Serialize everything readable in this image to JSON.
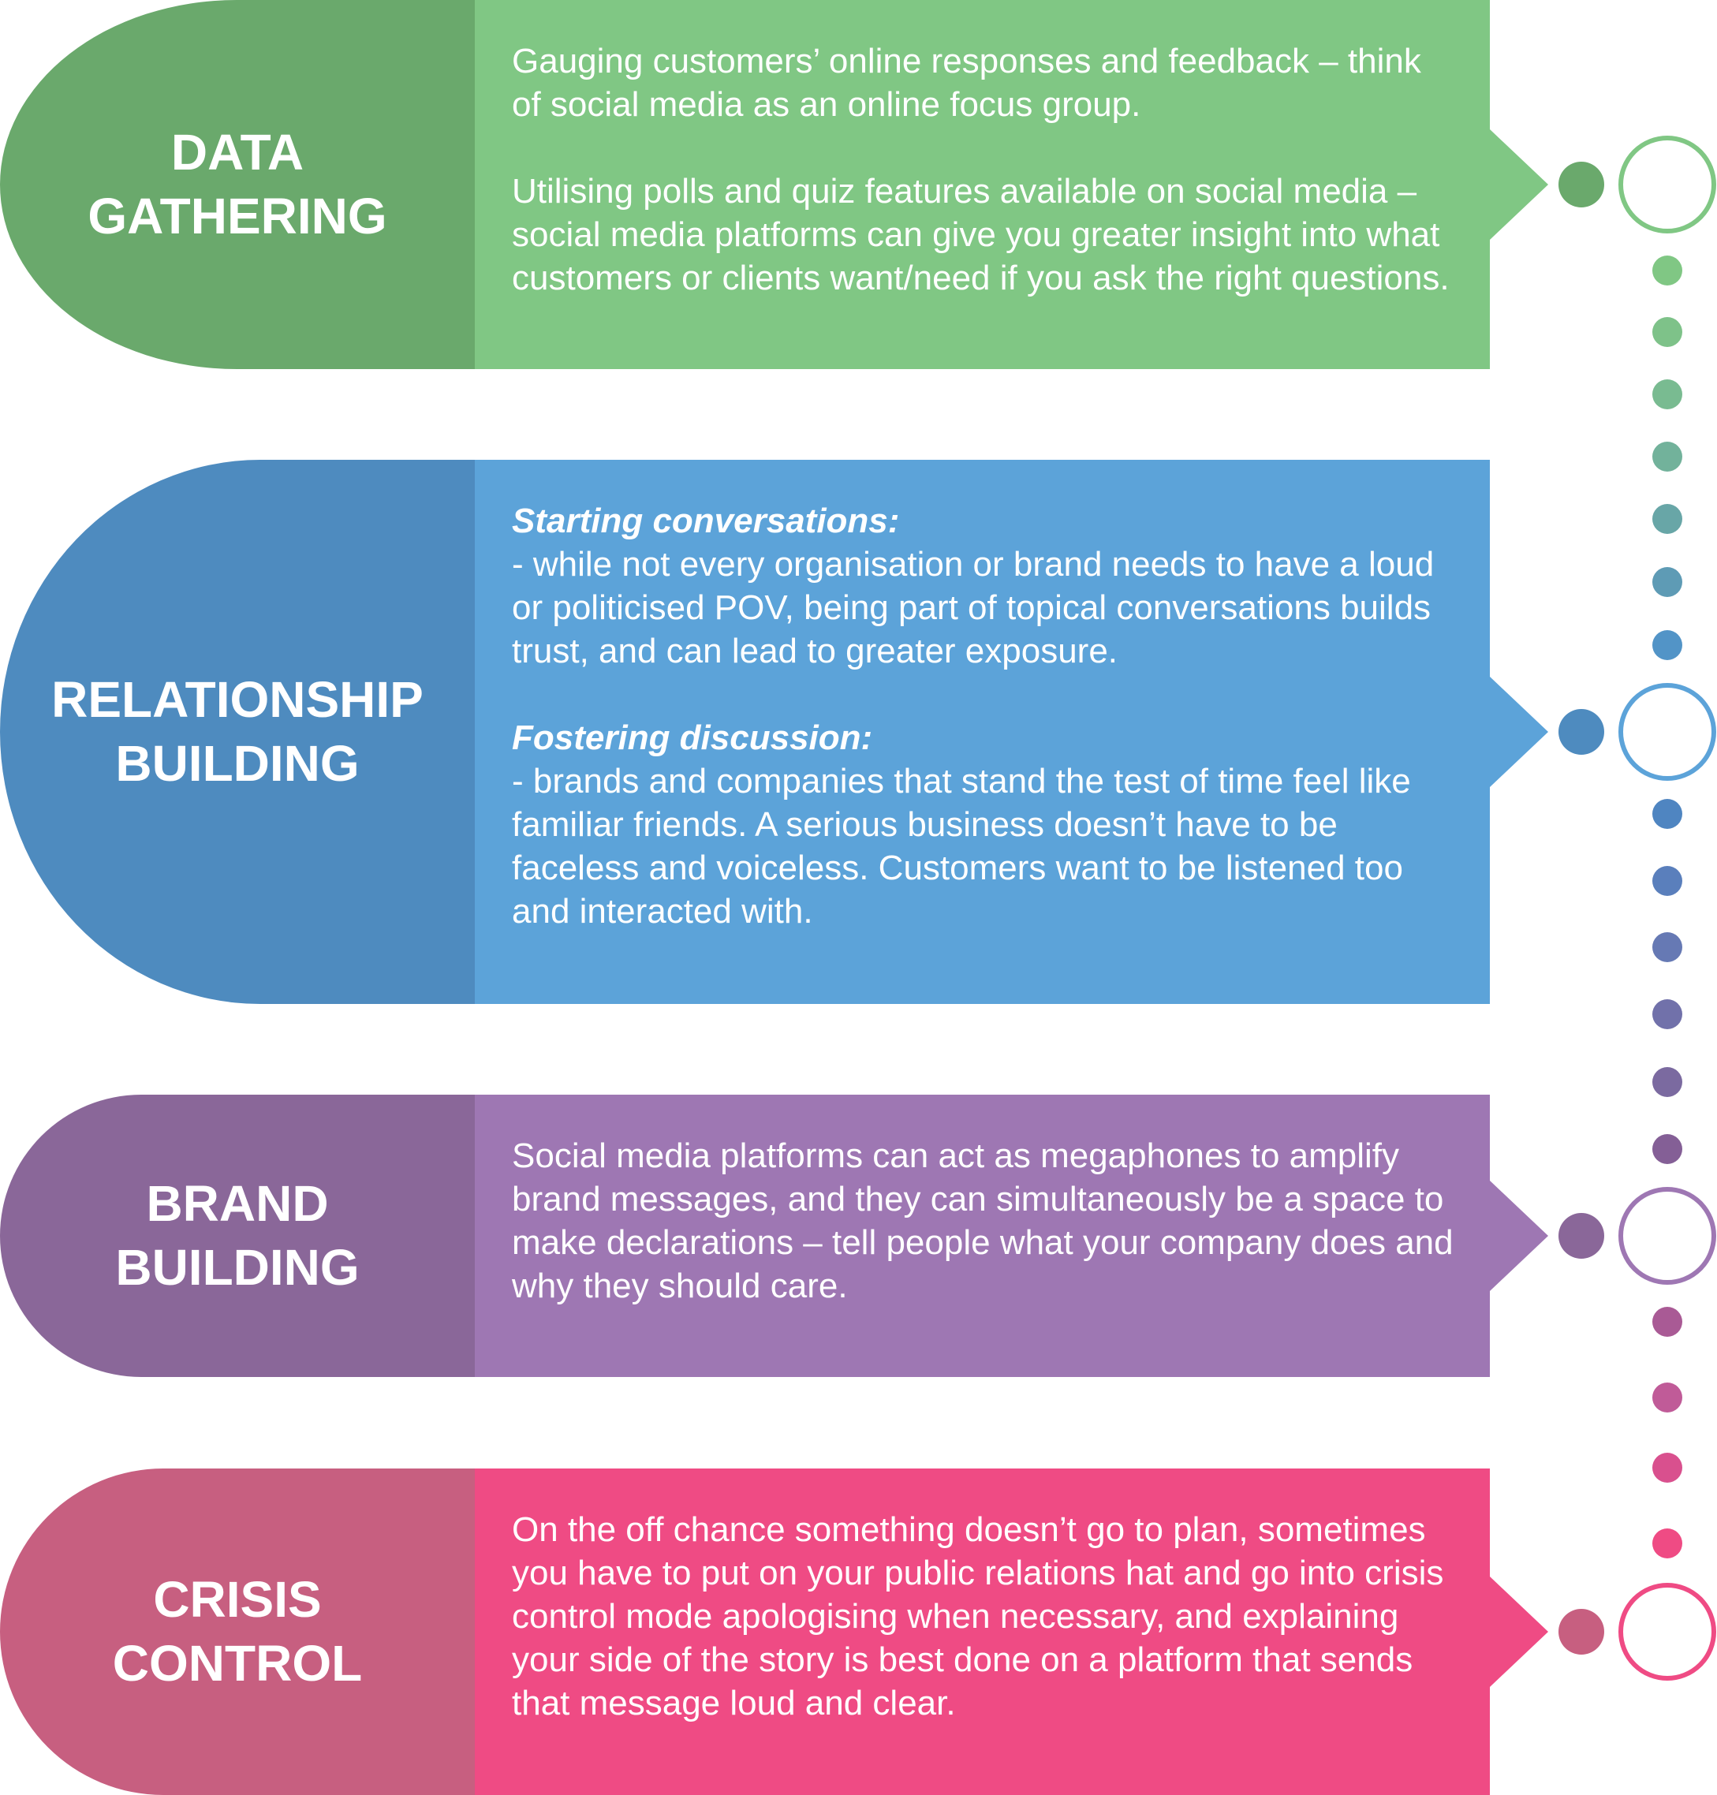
{
  "sections": [
    {
      "title_lines": [
        "DATA",
        "GATHERING"
      ],
      "paragraphs": [
        {
          "heading": "",
          "text": "Gauging customers’ online responses and feedback – think of social media as an online focus group."
        },
        {
          "heading": "",
          "text": "Utilising polls and quiz features available on social media – social media platforms can give you greater insight into what customers or clients want/need if you ask the right questions."
        }
      ],
      "colors": {
        "cap": "#6aa96c",
        "body": "#80c784",
        "dot": "#6aa96c",
        "ring": "#80c784"
      }
    },
    {
      "title_lines": [
        "RELATIONSHIP",
        "BUILDING"
      ],
      "paragraphs": [
        {
          "heading": "Starting conversations:",
          "text": "- while not every organisation or brand needs to have a loud or politicised POV, being part of topical conversations builds trust, and can lead to greater exposure."
        },
        {
          "heading": "Fostering discussion:",
          "text": "- brands and companies that stand the test of time feel like familiar friends. A serious business doesn’t have to be faceless and voiceless. Customers want to be listened too and interacted with."
        }
      ],
      "colors": {
        "cap": "#4e8bbf",
        "body": "#5ca3d9",
        "dot": "#4e8bbf",
        "ring": "#5ca3d9"
      }
    },
    {
      "title_lines": [
        "BRAND",
        "BUILDING"
      ],
      "paragraphs": [
        {
          "heading": "",
          "text": "Social media platforms can act as megaphones to amplify brand messages, and they can simultaneously be a space to make declarations – tell people what your company does and why they should care."
        }
      ],
      "colors": {
        "cap": "#8a6799",
        "body": "#9e77b3",
        "dot": "#8a6799",
        "ring": "#9e77b3"
      }
    },
    {
      "title_lines": [
        "CRISIS",
        "CONTROL"
      ],
      "paragraphs": [
        {
          "heading": "",
          "text": "On the off chance something doesn’t go to plan, sometimes you have to put on your public relations hat and go into crisis control mode apologising when necessary, and explaining your side of the story is best done on a platform that sends that message loud and clear."
        }
      ],
      "colors": {
        "cap": "#c75f80",
        "body": "#ef4b84",
        "dot": "#c75f80",
        "ring": "#ef4b84"
      }
    }
  ],
  "connector_colors": [
    [
      "#80c784",
      "#7ec289",
      "#79bb91",
      "#72b29b",
      "#68a6a7",
      "#5e9bb5",
      "#5294c7"
    ],
    [
      "#4f85c1",
      "#5a7fbc",
      "#6679b4",
      "#7171aa",
      "#7b6aa0",
      "#845f96"
    ],
    [
      "#a95a95",
      "#c05b98",
      "#d9508e",
      "#ef4b84"
    ]
  ]
}
